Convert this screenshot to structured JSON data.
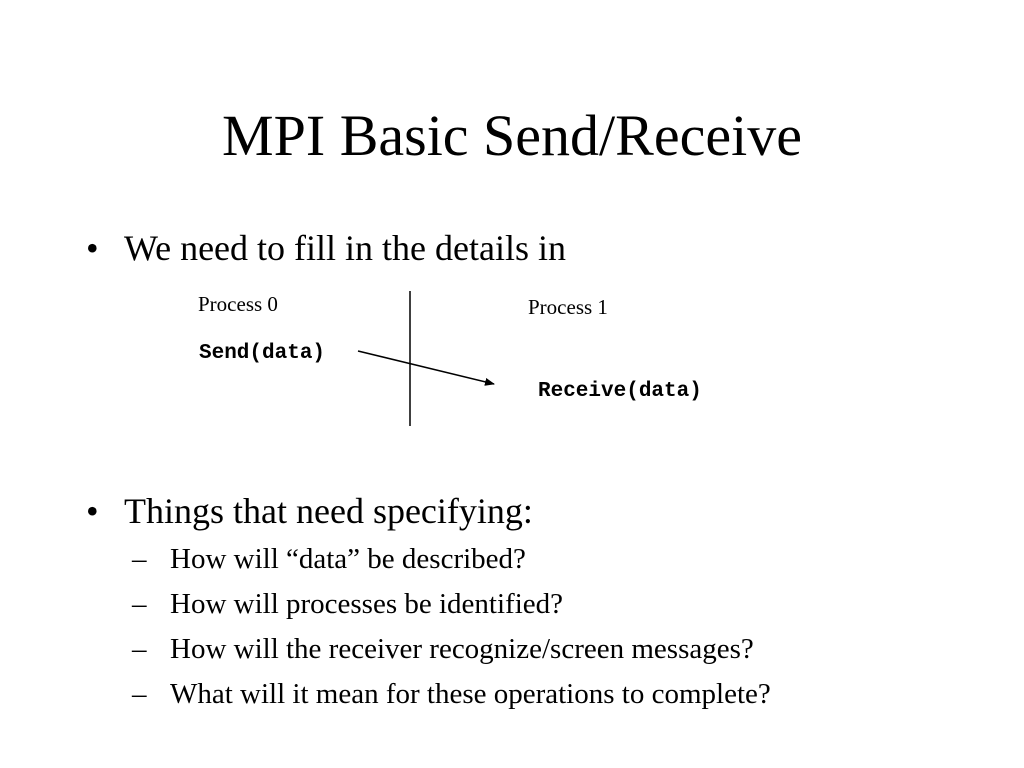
{
  "slide": {
    "title": "MPI Basic Send/Receive",
    "bullet_marker": "•",
    "subitem_marker": "–",
    "bullets": [
      {
        "text": "We need to fill in the details in"
      },
      {
        "text": "Things that need specifying:",
        "subitems": [
          "How will “data” be described?",
          "How will processes be identified?",
          "How will the receiver recognize/screen messages?",
          "What will it mean for these operations to complete?"
        ]
      }
    ]
  },
  "diagram": {
    "process0_label": "Process 0",
    "process1_label": "Process 1",
    "send_call": "Send(data)",
    "receive_call": "Receive(data)",
    "line_color": "#000000"
  }
}
